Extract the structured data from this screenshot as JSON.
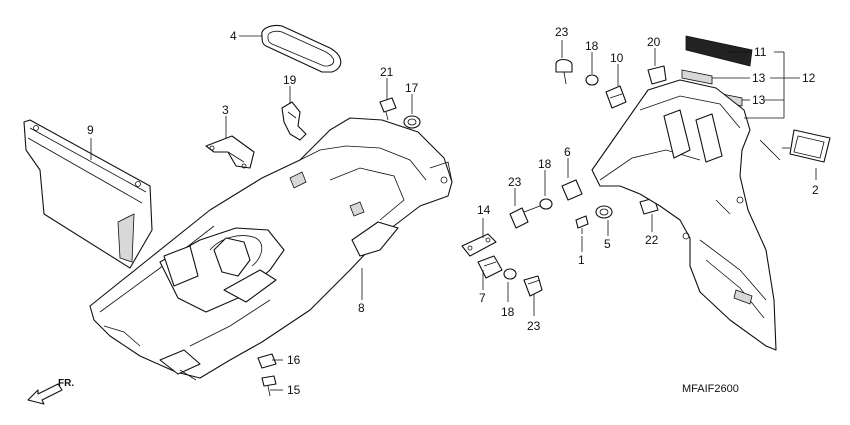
{
  "diagram_code": "MFAIF2600",
  "direction_label": "FR.",
  "parts": [
    {
      "id": "p1",
      "label": "1"
    },
    {
      "id": "p2",
      "label": "2"
    },
    {
      "id": "p3",
      "label": "3"
    },
    {
      "id": "p4",
      "label": "4"
    },
    {
      "id": "p5",
      "label": "5"
    },
    {
      "id": "p6",
      "label": "6"
    },
    {
      "id": "p7",
      "label": "7"
    },
    {
      "id": "p8",
      "label": "8"
    },
    {
      "id": "p9",
      "label": "9"
    },
    {
      "id": "p10",
      "label": "10"
    },
    {
      "id": "p11",
      "label": "11"
    },
    {
      "id": "p12",
      "label": "12"
    },
    {
      "id": "p13a",
      "label": "13"
    },
    {
      "id": "p13b",
      "label": "13"
    },
    {
      "id": "p14",
      "label": "14"
    },
    {
      "id": "p15",
      "label": "15"
    },
    {
      "id": "p16",
      "label": "16"
    },
    {
      "id": "p17",
      "label": "17"
    },
    {
      "id": "p18a",
      "label": "18"
    },
    {
      "id": "p18b",
      "label": "18"
    },
    {
      "id": "p18c",
      "label": "18"
    },
    {
      "id": "p19",
      "label": "19"
    },
    {
      "id": "p20",
      "label": "20"
    },
    {
      "id": "p21",
      "label": "21"
    },
    {
      "id": "p22",
      "label": "22"
    },
    {
      "id": "p23a",
      "label": "23"
    },
    {
      "id": "p23b",
      "label": "23"
    },
    {
      "id": "p23c",
      "label": "23"
    }
  ]
}
